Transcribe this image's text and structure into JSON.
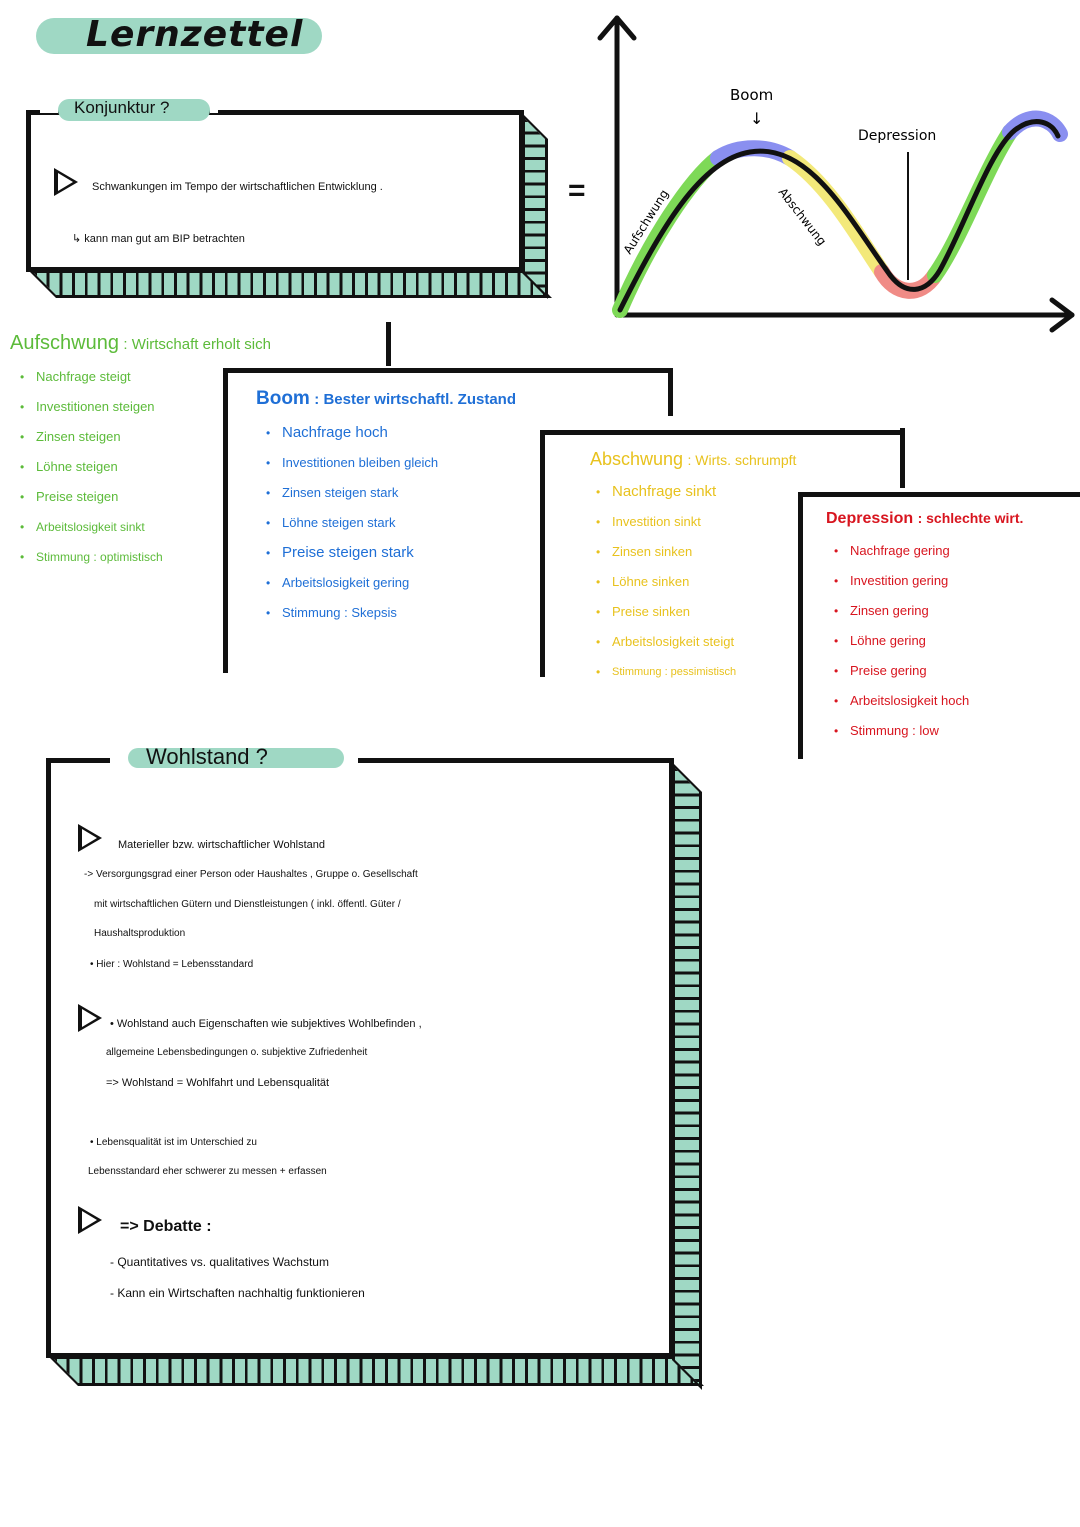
{
  "page_title": "Lernzettel",
  "konjunktur": {
    "heading": "Konjunktur ?",
    "line1": "Schwankungen im Tempo der wirtschaftlichen Entwicklung .",
    "line2": "↳ kann man gut am BIP betrachten",
    "equals": "="
  },
  "cycle_chart": {
    "labels": {
      "boom": "Boom",
      "boom_arrow": "↓",
      "depression": "Depression",
      "aufschwung": "Aufschwung",
      "abschwung": "Abschwung"
    },
    "colors": {
      "aufschwung": "#7ed957",
      "boom": "#8a8ff0",
      "abschwung": "#f3e97a",
      "depression": "#f08b86"
    }
  },
  "aufschwung": {
    "title": "Aufschwung",
    "subtitle": ": Wirtschaft erholt sich",
    "items": [
      "Nachfrage steigt",
      "Investitionen steigen",
      "Zinsen steigen",
      "Löhne steigen",
      "Preise steigen",
      "Arbeitslosigkeit sinkt",
      "Stimmung : optimistisch"
    ]
  },
  "boom": {
    "title": "Boom",
    "subtitle": ": Bester wirtschaftl. Zustand",
    "items": [
      "Nachfrage hoch",
      "Investitionen bleiben gleich",
      "Zinsen steigen stark",
      "Löhne steigen stark",
      "Preise steigen stark",
      "Arbeitslosigkeit gering",
      "Stimmung : Skepsis"
    ]
  },
  "abschwung": {
    "title": "Abschwung",
    "subtitle": ": Wirts. schrumpft",
    "items": [
      "Nachfrage sinkt",
      "Investition sinkt",
      "Zinsen sinken",
      "Löhne sinken",
      "Preise sinken",
      "Arbeitslosigkeit steigt",
      "Stimmung : pessimistisch"
    ]
  },
  "depression": {
    "title": "Depression",
    "subtitle": ": schlechte wirt.",
    "items": [
      "Nachfrage gering",
      "Investition gering",
      "Zinsen gering",
      "Löhne gering",
      "Preise gering",
      "Arbeitslosigkeit hoch",
      "Stimmung : low"
    ]
  },
  "wohlstand": {
    "heading": "Wohlstand ?",
    "p1_l1": "Materieller bzw. wirtschaftlicher Wohlstand",
    "p1_l2": "-> Versorgungsgrad einer Person oder Haushaltes , Gruppe o. Gesellschaft",
    "p1_l3": "mit wirtschaftlichen Gütern und Dienstleistungen ( inkl. öffentl. Güter /",
    "p1_l4": "Haushaltsproduktion",
    "p1_l5": "• Hier : Wohlstand = Lebensstandard",
    "p2_l1": "• Wohlstand auch Eigenschaften wie subjektives Wohlbefinden ,",
    "p2_l2": "allgemeine Lebensbedingungen o. subjektive Zufriedenheit",
    "p2_l3": "=> Wohlstand = Wohlfahrt und Lebensqualität",
    "p3_l1": "• Lebensqualität ist im Unterschied zu",
    "p3_l2": "Lebensstandard eher schwerer zu messen + erfassen",
    "debatte": "=> Debatte :",
    "d1": "- Quantitatives vs. qualitatives Wachstum",
    "d2": "- Kann ein Wirtschaften nachhaltig funktionieren"
  }
}
